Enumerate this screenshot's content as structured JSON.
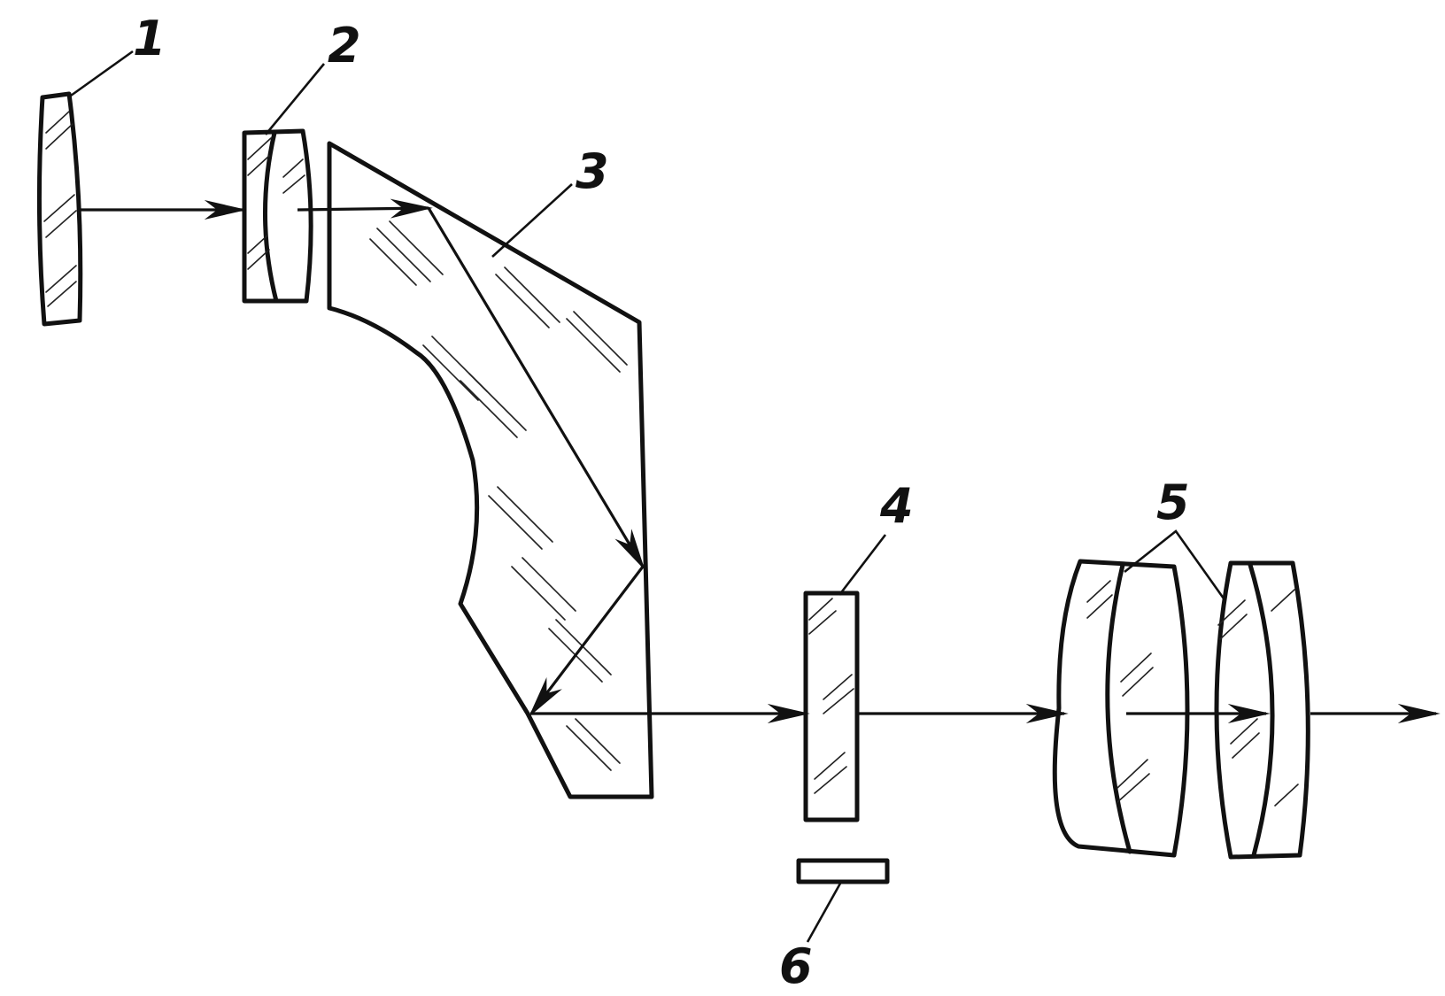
{
  "diagram": {
    "labels": {
      "part_1": "1",
      "part_2": "2",
      "part_3": "3",
      "part_4": "4",
      "part_5": "5",
      "part_6": "6"
    },
    "colors": {
      "ink": "#111111",
      "paper": "#ffffff"
    }
  }
}
